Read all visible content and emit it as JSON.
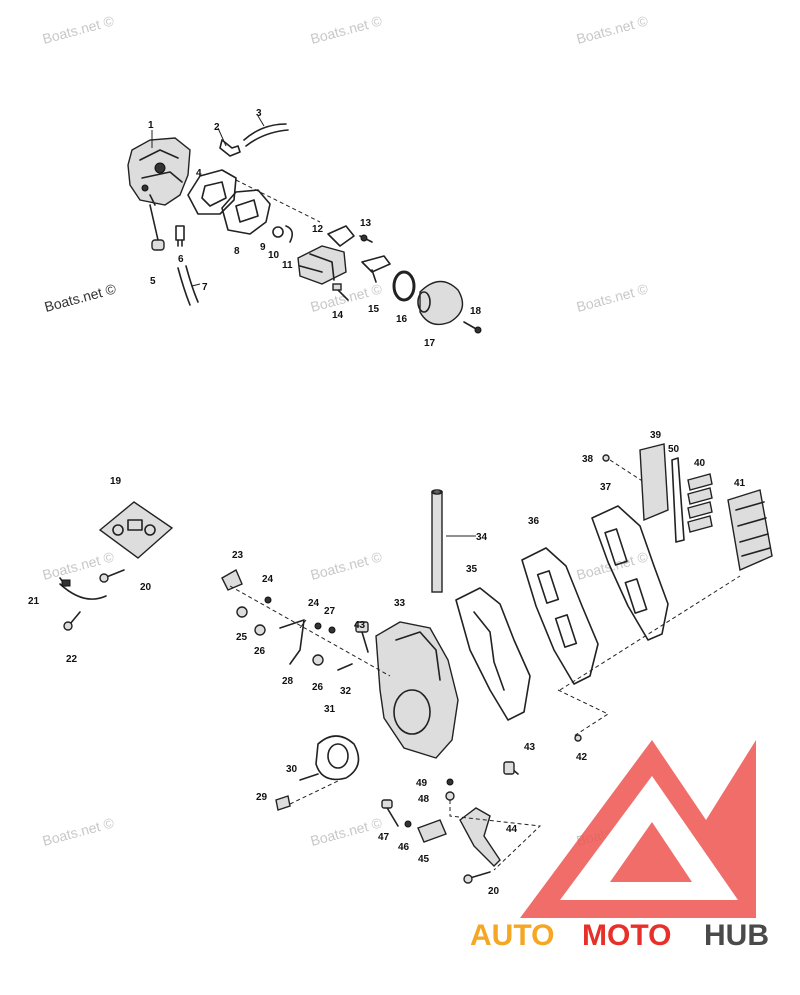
{
  "watermarks": {
    "text": "Boats.net ©",
    "positions_note": ""
  },
  "callouts": [
    "1",
    "2",
    "3",
    "4",
    "5",
    "6",
    "7",
    "8",
    "9",
    "10",
    "11",
    "12",
    "13",
    "14",
    "15",
    "16",
    "17",
    "18",
    "19",
    "20",
    "21",
    "22",
    "23",
    "24",
    "25",
    "26",
    "27",
    "28",
    "29",
    "30",
    "31",
    "32",
    "33",
    "34",
    "35",
    "36",
    "37",
    "38",
    "39",
    "40",
    "41",
    "42",
    "43",
    "44",
    "45",
    "46",
    "47",
    "48",
    "49",
    "50"
  ],
  "logo": {
    "part1": "AUTO",
    "part2": "MOTO",
    "part3": "HUB",
    "color1": "#f5a623",
    "color2": "#e8302a",
    "color3": "#4a4a4a",
    "triangle_color": "#ef5350"
  }
}
